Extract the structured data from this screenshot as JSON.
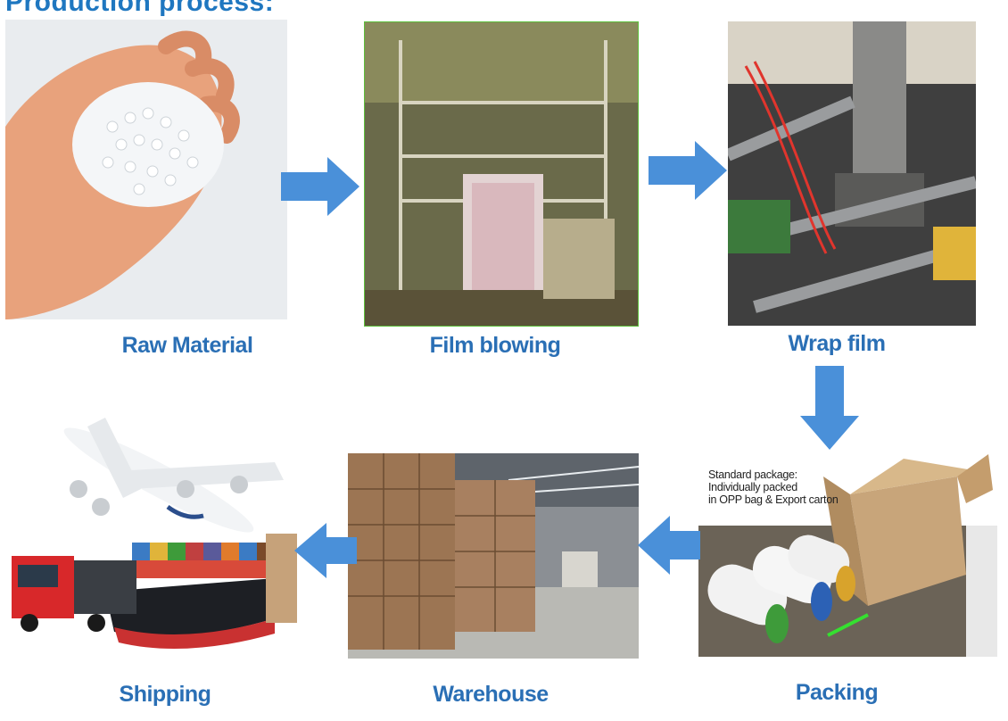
{
  "title": "Production process:",
  "steps": {
    "raw_material": "Raw Material",
    "film_blowing": "Film blowing",
    "wrap_film": "Wrap film",
    "packing": "Packing",
    "warehouse": "Warehouse",
    "shipping": "Shipping"
  },
  "package_note": {
    "line1": "Standard package:",
    "line2": "Individually packed",
    "line3": "in OPP bag & Export carton"
  },
  "colors": {
    "arrow": "#4a90d9",
    "label": "#2a6fb5",
    "title": "#1f77c0"
  }
}
